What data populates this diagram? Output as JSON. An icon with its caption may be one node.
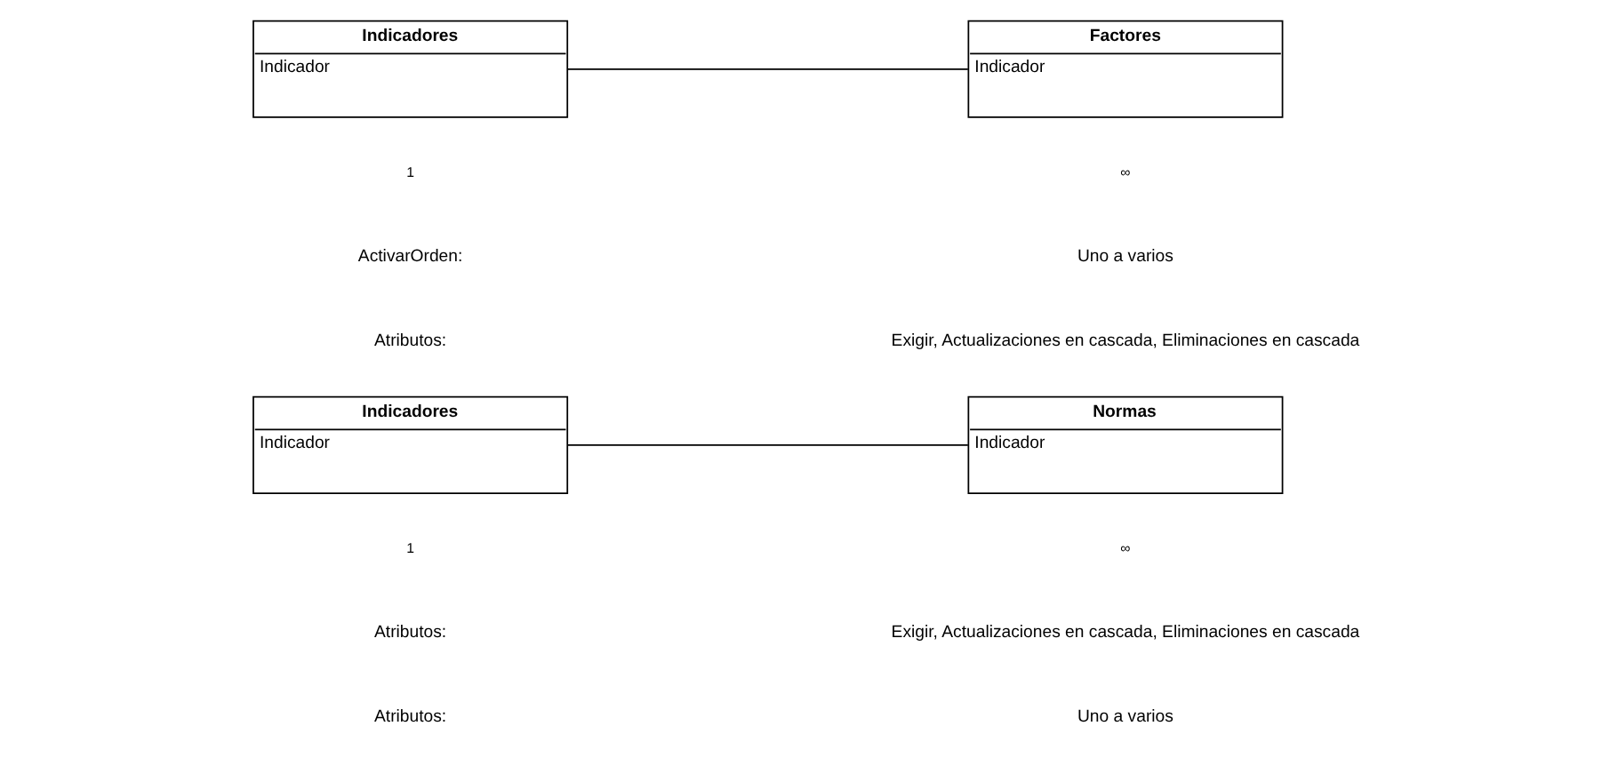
{
  "diagram": {
    "nodes": [
      {
        "text": [
          "Indicadores",
          "Indicador"
        ]
      },
      {
        "text": [
          "Factores",
          "Indicador"
        ]
      },
      {
        "text": [
          "Indicadores",
          "Indicador"
        ]
      },
      {
        "text": [
          "Normas",
          "Indicador"
        ]
      }
    ],
    "edges": [
      {
        "from": 0,
        "to": 1,
        "arrow": "none"
      },
      {
        "from": 2,
        "to": 3,
        "arrow": "none"
      }
    ],
    "labels": [
      "1",
      "∞",
      "ActivarOrden:",
      "Uno a varios",
      "Atributos:",
      "Exigir, Actualizaciones en cascada, Eliminaciones en cascada",
      "1",
      "∞",
      "Atributos:",
      "Exigir, Actualizaciones en cascada, Eliminaciones en cascada",
      "Atributos:",
      "Uno a varios"
    ]
  }
}
